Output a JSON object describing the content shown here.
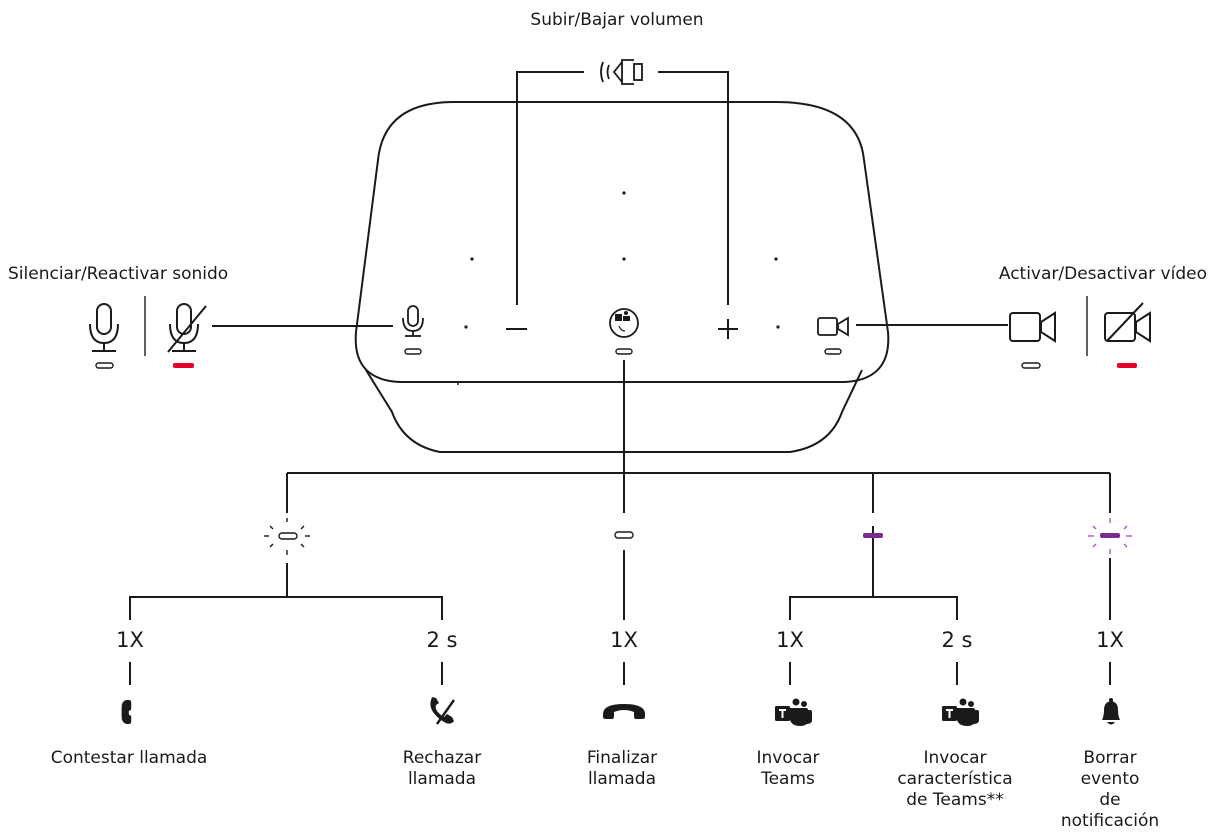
{
  "labels": {
    "volume": "Subir/Bajar volumen",
    "mute": "Silenciar/Reactivar sonido",
    "video": "Activar/Desactivar vídeo"
  },
  "branches": {
    "answer_timing": "1X",
    "reject_timing": "2 s",
    "end_timing": "1X",
    "invoke_teams_timing": "1X",
    "invoke_feature_timing": "2 s",
    "clear_timing": "1X"
  },
  "actions": {
    "answer": [
      "Contestar llamada"
    ],
    "reject": [
      "Rechazar",
      "llamada"
    ],
    "end": [
      "Finalizar",
      "llamada"
    ],
    "invoke_teams": [
      "Invocar",
      "Teams"
    ],
    "invoke_feature": [
      "Invocar",
      "característica",
      "de Teams**"
    ],
    "clear_notification": [
      "Borrar evento",
      "de notificación"
    ]
  },
  "colors": {
    "line": "#1a1a1a",
    "muted_led": "#e4002b",
    "teams_led": "#7b2a8e",
    "teams_glow": "#b455c8"
  },
  "icons": {
    "volume": "speaker-icon",
    "mute": "microphone-icon",
    "video": "camera-icon",
    "teams": "teams-icon",
    "answer": "phone-icon",
    "reject": "phone-reject-icon",
    "end": "hang-up-icon",
    "bell": "bell-icon"
  }
}
